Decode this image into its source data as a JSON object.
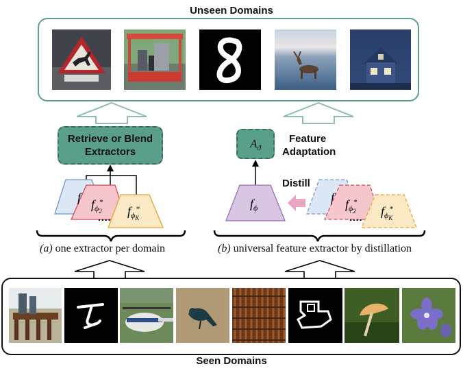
{
  "unseen": {
    "title": "Unseen Domains",
    "images": [
      "traffic-sign-icon",
      "ferry-icon",
      "handwritten-digit-icon",
      "elk-icon",
      "house-icon"
    ]
  },
  "seen": {
    "title": "Seen Domains",
    "images": [
      "marimba-icon",
      "handwritten-character-icon",
      "helicopter-icon",
      "bird-icon",
      "texture-icon",
      "sketch-icon",
      "mushroom-icon",
      "flower-icon"
    ]
  },
  "left_panel": {
    "box_line1": "Retrieve or Blend",
    "box_line2": "Extractors",
    "caption_a_label": "(a)",
    "caption_a_text": "one extractor per domain",
    "extractor_1": "f",
    "extractor_2": "f",
    "extractor_2_sub": "ϕ",
    "extractor_2_subsub": "2",
    "extractor_2_sup": "*",
    "extractor_3": "f",
    "extractor_3_sub": "ϕ",
    "extractor_3_subsub": "K",
    "extractor_3_sup": "*",
    "dots": "...."
  },
  "right_panel": {
    "adapter": "A",
    "adapter_sub": "ϑ",
    "feature_line1": "Feature",
    "feature_line2": "Adaptation",
    "distill": "Distill",
    "universal": "f",
    "universal_sub": "ϕ",
    "caption_b_label": "(b)",
    "caption_b_text": "universal feature extractor by distillation",
    "extractor_1": "f",
    "extractor_2": "f",
    "extractor_2_sub": "ϕ",
    "extractor_2_subsub": "2",
    "extractor_2_sup": "*",
    "extractor_3": "f",
    "extractor_3_sub": "ϕ",
    "extractor_3_subsub": "K",
    "extractor_3_sup": "*",
    "dots": "...."
  },
  "colors": {
    "teal": "#5e9e8e",
    "teal_fill": "#5a9e8c",
    "blue": "#dde8f7",
    "pink": "#f5c6cc",
    "yellow": "#fbe9c6",
    "purple": "#d9c6e3"
  }
}
